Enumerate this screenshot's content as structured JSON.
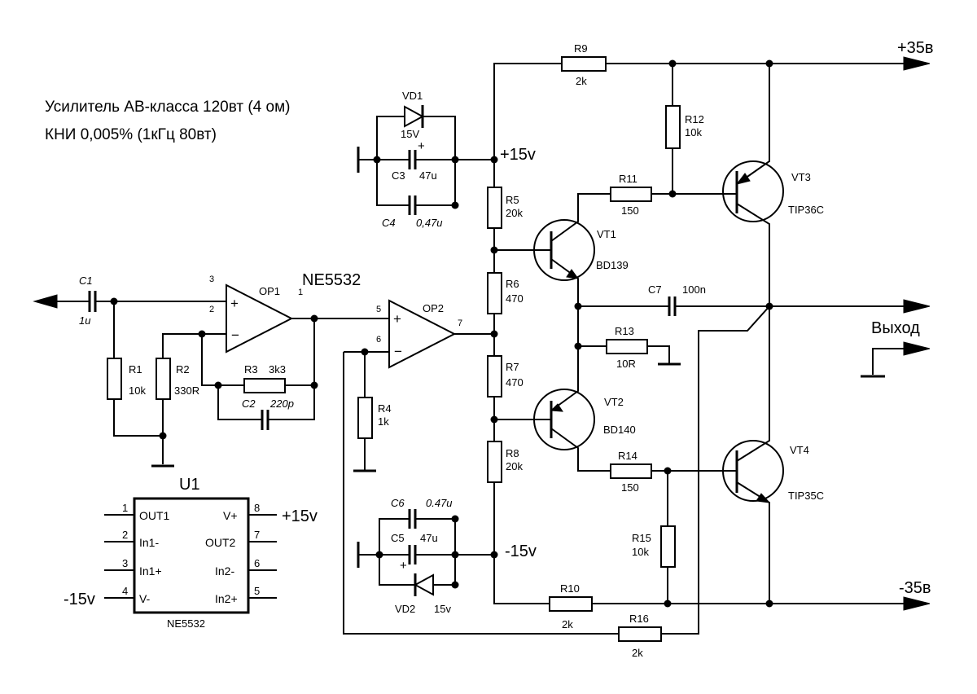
{
  "title_line1": "Усилитель АВ-класса 120вт (4 ом)",
  "title_line2": "КНИ 0,005% (1кГц 80вт)",
  "rails": {
    "pos35": "+35в",
    "neg35": "-35в",
    "pos15": "+15v",
    "neg15": "-15v"
  },
  "output_label": "Выход",
  "opamp_part": "NE5532",
  "opamps": {
    "op1": {
      "name": "OP1",
      "pin_in_pos": "2",
      "pin_in_neg": "",
      "pin_out": "1",
      "pin_top": "3"
    },
    "op2": {
      "name": "OP2",
      "pin_in_pos": "5",
      "pin_in_neg": "6",
      "pin_out": "7"
    }
  },
  "components": {
    "c1": {
      "name": "C1",
      "value": "1u"
    },
    "r1": {
      "name": "R1",
      "value": "10k"
    },
    "r2": {
      "name": "R2",
      "value": "330R"
    },
    "r3": {
      "name": "R3",
      "value": "3k3"
    },
    "c2": {
      "name": "C2",
      "value": "220p"
    },
    "r4": {
      "name": "R4",
      "value": "1k"
    },
    "vd1": {
      "name": "VD1",
      "value": "15V"
    },
    "c3": {
      "name": "C3",
      "value": "47u"
    },
    "c4": {
      "name": "C4",
      "value": "0,47u"
    },
    "r5": {
      "name": "R5",
      "value": "20k"
    },
    "r6": {
      "name": "R6",
      "value": "470"
    },
    "r7": {
      "name": "R7",
      "value": "470"
    },
    "r8": {
      "name": "R8",
      "value": "20k"
    },
    "c5": {
      "name": "C5",
      "value": "47u"
    },
    "c6": {
      "name": "C6",
      "value": "0.47u"
    },
    "vd2": {
      "name": "VD2",
      "value": "15v"
    },
    "r9": {
      "name": "R9",
      "value": "2k"
    },
    "r10": {
      "name": "R10",
      "value": "2k"
    },
    "r11": {
      "name": "R11",
      "value": "150"
    },
    "r12": {
      "name": "R12",
      "value": "10k"
    },
    "r13": {
      "name": "R13",
      "value": "10R"
    },
    "r14": {
      "name": "R14",
      "value": "150"
    },
    "r15": {
      "name": "R15",
      "value": "10k"
    },
    "r16": {
      "name": "R16",
      "value": "2k"
    },
    "c7": {
      "name": "C7",
      "value": "100n"
    },
    "vt1": {
      "name": "VT1",
      "value": "BD139"
    },
    "vt2": {
      "name": "VT2",
      "value": "BD140"
    },
    "vt3": {
      "name": "VT3",
      "value": "TIP36C"
    },
    "vt4": {
      "name": "VT4",
      "value": "TIP35C"
    }
  },
  "ic": {
    "name": "U1",
    "part": "NE5532",
    "left_pins": [
      {
        "num": "1",
        "label": "OUT1"
      },
      {
        "num": "2",
        "label": "In1-"
      },
      {
        "num": "3",
        "label": "In1+"
      },
      {
        "num": "4",
        "label": "V-"
      }
    ],
    "right_pins": [
      {
        "num": "8",
        "label": "V+"
      },
      {
        "num": "7",
        "label": "OUT2"
      },
      {
        "num": "6",
        "label": "In2-"
      },
      {
        "num": "5",
        "label": "In2+"
      }
    ],
    "supply_pos": "+15v",
    "supply_neg": "-15v"
  }
}
